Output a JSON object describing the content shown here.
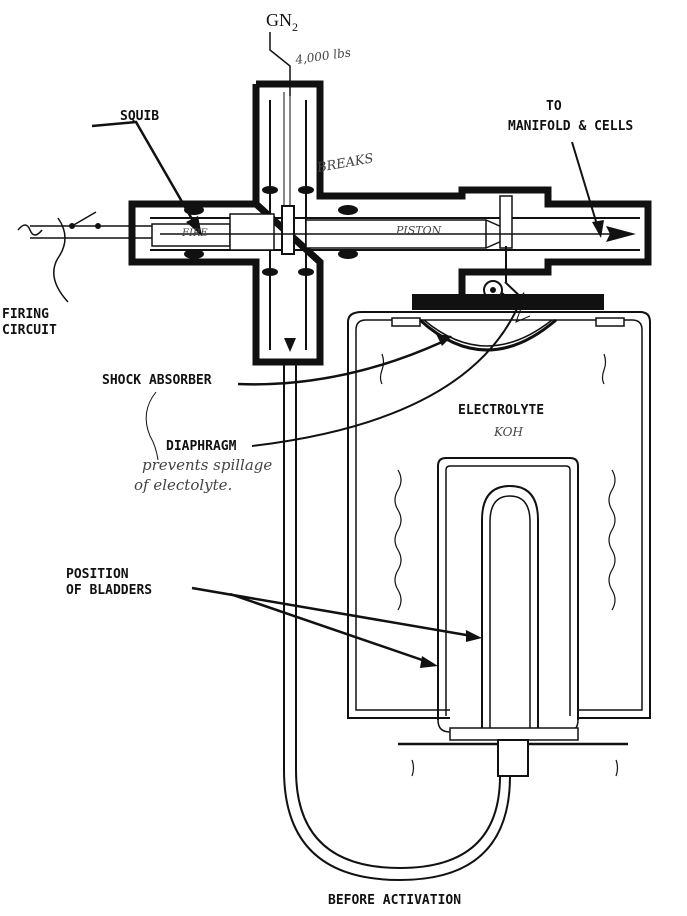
{
  "labels": {
    "gn2_main": "GN",
    "gn2_sub": "2",
    "squib": "SQUIB",
    "to_manifold_line1": "TO",
    "to_manifold_line2": "MANIFOLD & CELLS",
    "firing_line1": "FIRING",
    "firing_line2": "CIRCUIT",
    "shock_absorber": "SHOCK ABSORBER",
    "electrolyte": "ELECTROLYTE",
    "diaphragm": "DIAPHRAGM",
    "position_line1": "POSITION",
    "position_line2": "OF BLADDERS",
    "caption": "BEFORE ACTIVATION"
  },
  "handwritten": {
    "pressure": "4,000 lbs",
    "breaks": "BREAKS",
    "fire": "FIRE",
    "piston": "PISTON",
    "koh": "KOH",
    "note_line1": "prevents spillage",
    "note_line2": "of electolyte."
  }
}
